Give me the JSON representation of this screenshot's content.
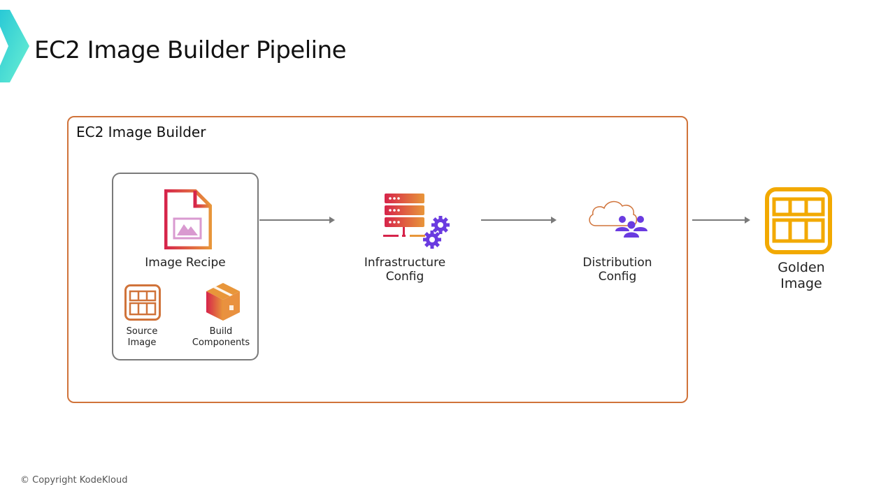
{
  "slide": {
    "title": "EC2 Image Builder Pipeline",
    "copyright": "© Copyright KodeKloud"
  },
  "diagram": {
    "container": {
      "label": "EC2 Image Builder",
      "border_color": "#d0733a"
    },
    "recipe_group": {
      "main": {
        "label": "Image Recipe",
        "icon": "document-image-icon"
      },
      "sub_items": [
        {
          "label_line1": "Source",
          "label_line2": "Image",
          "icon": "ami-grid-icon"
        },
        {
          "label_line1": "Build",
          "label_line2": "Components",
          "icon": "package-box-icon"
        }
      ]
    },
    "nodes": [
      {
        "label_line1": "Infrastructure",
        "label_line2": "Config",
        "icon": "server-gears-icon"
      },
      {
        "label_line1": "Distribution",
        "label_line2": "Config",
        "icon": "cloud-users-icon"
      },
      {
        "label_line1": "Golden",
        "label_line2": "Image",
        "icon": "golden-ami-icon",
        "color": "#f2a900"
      }
    ],
    "edges": [
      {
        "from": "Image Recipe",
        "to": "Infrastructure Config"
      },
      {
        "from": "Infrastructure Config",
        "to": "Distribution Config"
      },
      {
        "from": "EC2 Image Builder",
        "to": "Golden Image"
      }
    ]
  },
  "colors": {
    "gradient_start": "#d6244a",
    "gradient_end": "#e8963a",
    "purple": "#6a3be0",
    "logo_teal": "#3fd6d0"
  }
}
